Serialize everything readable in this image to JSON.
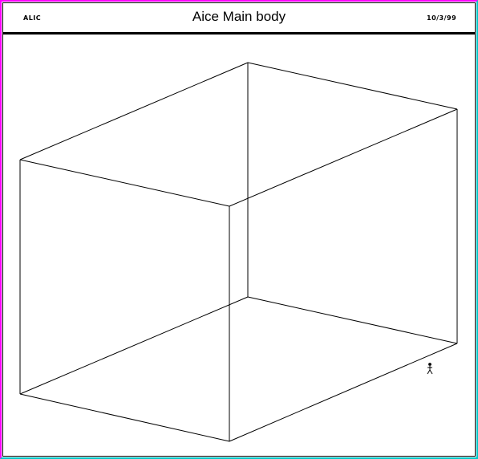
{
  "header": {
    "left_label": "ALIC",
    "title": "Aice Main body",
    "date": "10/3/99"
  },
  "colors": {
    "frame_top_left": "#ff00ff",
    "frame_bottom_right": "#00c8c8",
    "line": "#000000",
    "background": "#ffffff"
  },
  "icons": {
    "scale_figure": "human-figure-icon"
  }
}
